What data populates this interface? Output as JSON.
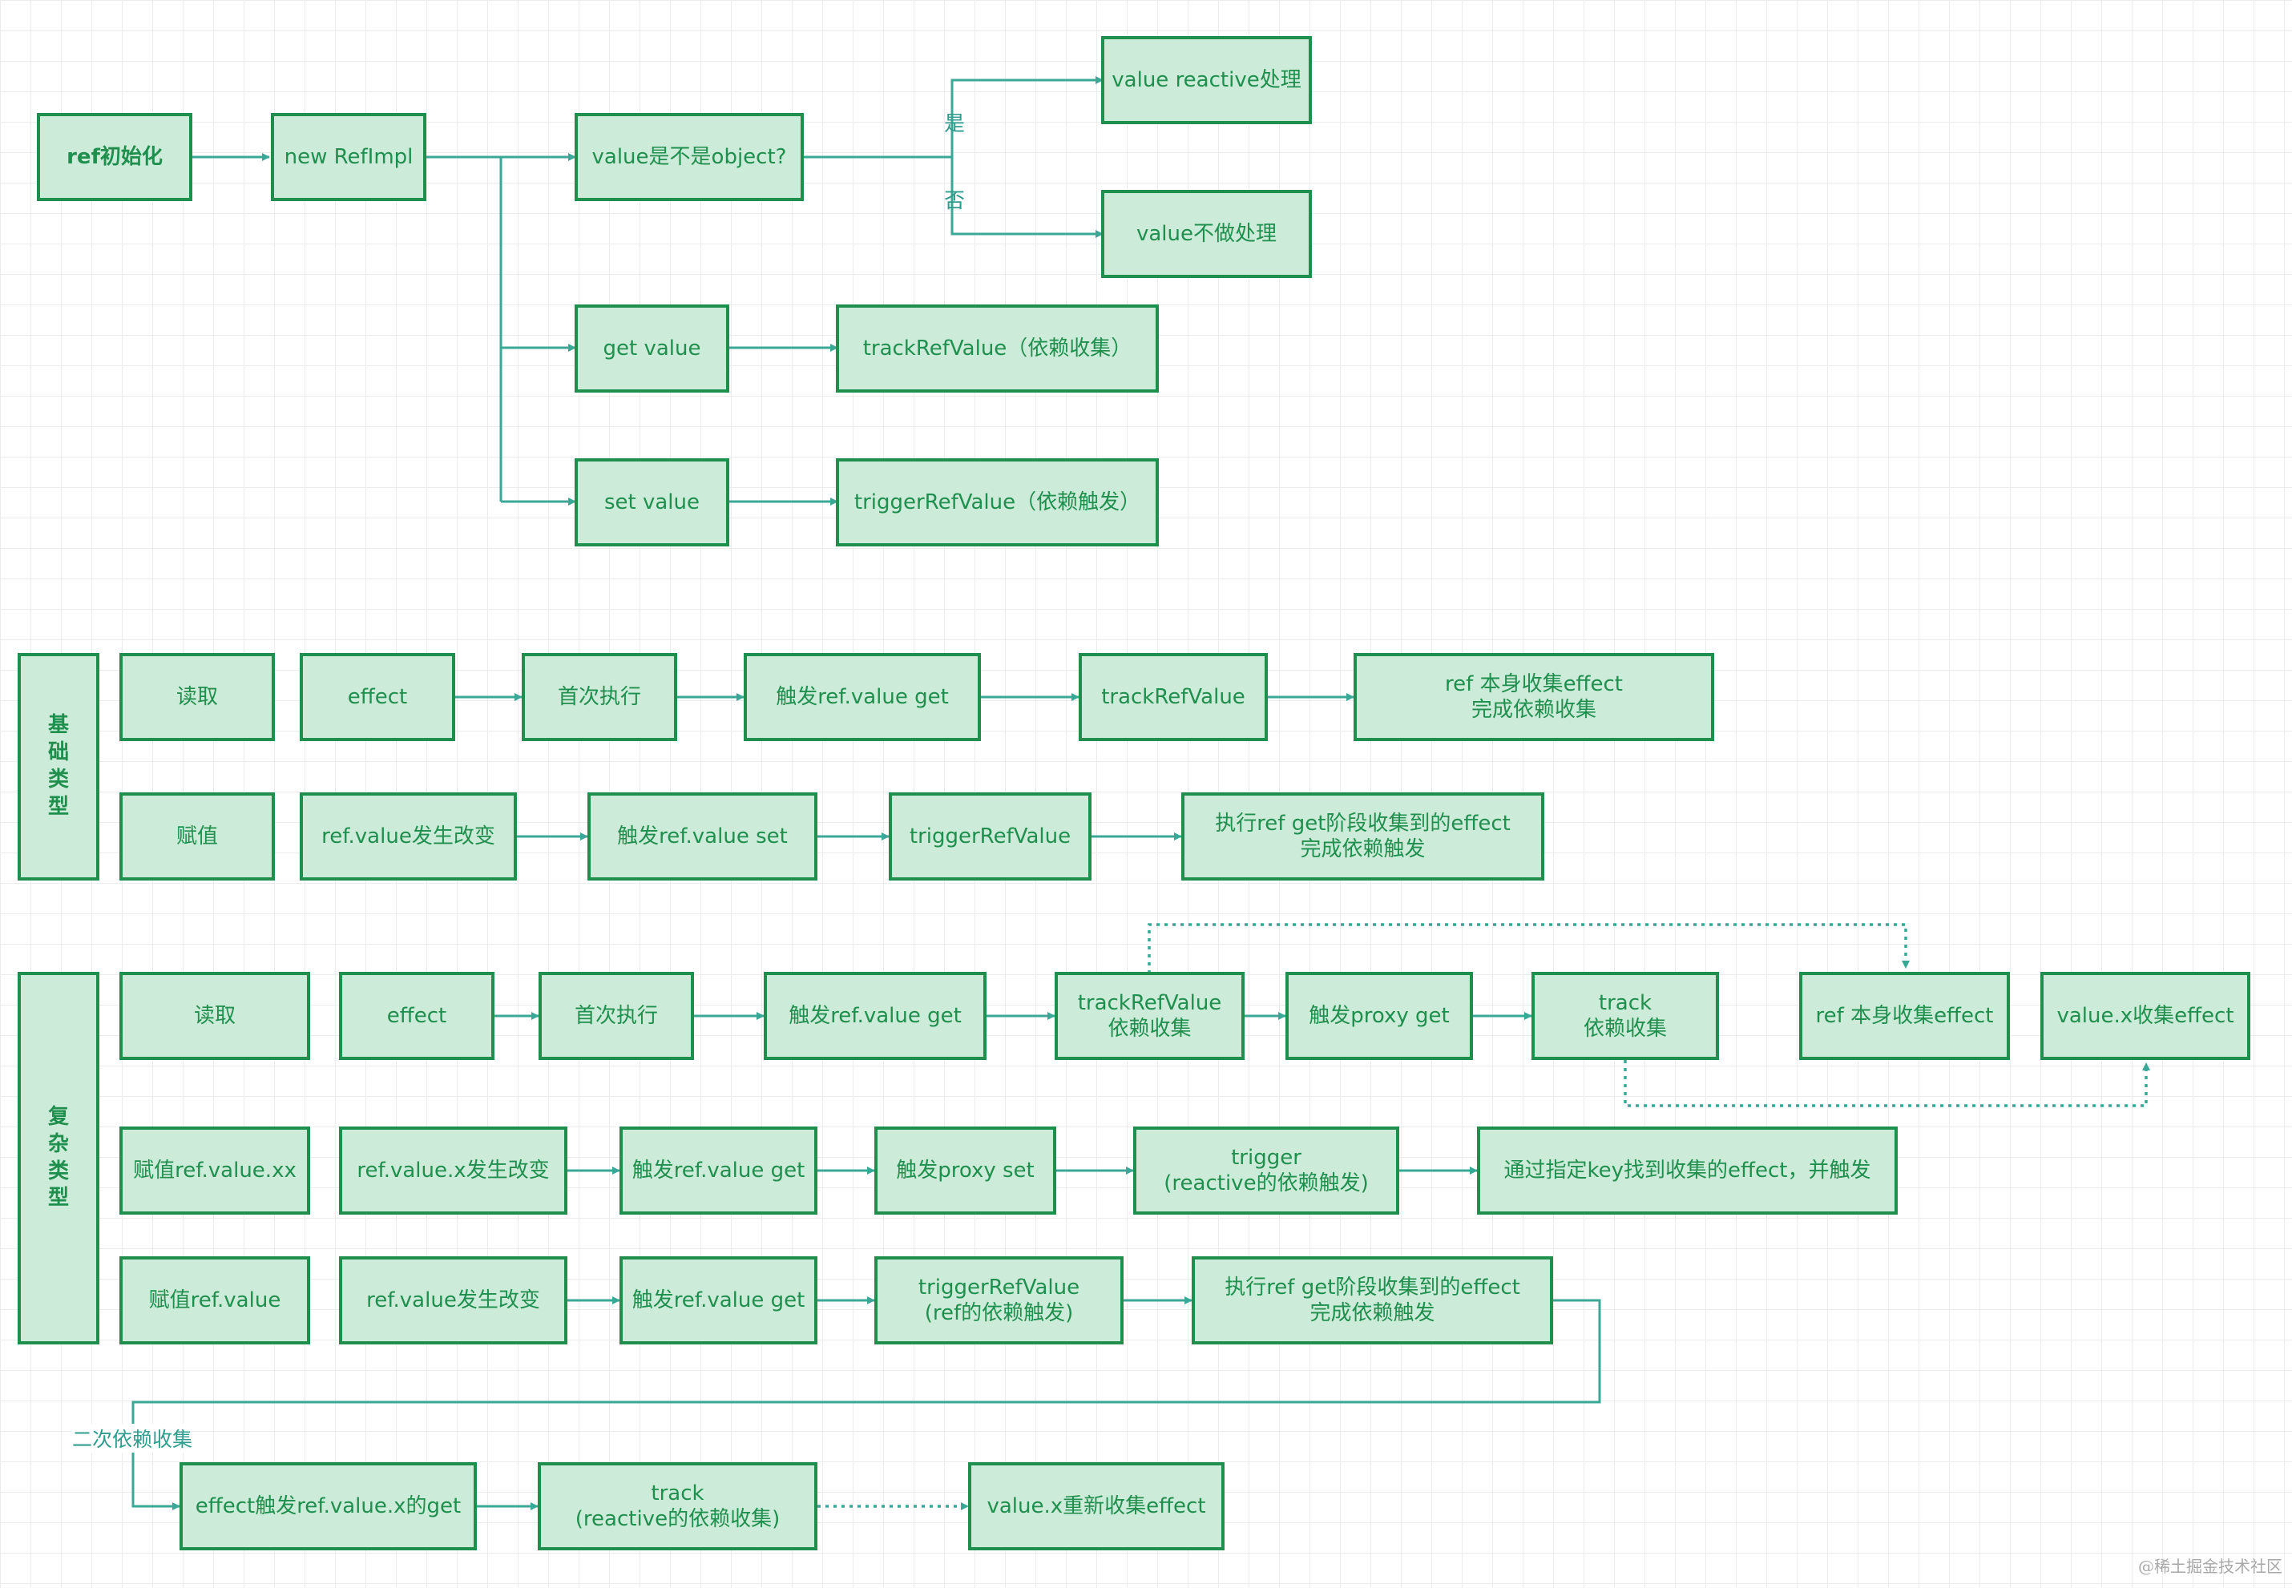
{
  "init": {
    "ref_init": "ref初始化",
    "new_refimpl": "new RefImpl",
    "is_object": "value是不是object?",
    "yes": "是",
    "no": "否",
    "reactive": "value reactive处理",
    "no_process": "value不做处理",
    "get_value": "get value",
    "track_ref_value": "trackRefValue（依赖收集）",
    "set_value": "set value",
    "trigger_ref_value": "triggerRefValue（依赖触发）"
  },
  "basic": {
    "group": "基础类型",
    "read": "读取",
    "effect": "effect",
    "first_run": "首次执行",
    "trigger_get": "触发ref.value get",
    "track_ref_value": "trackRefValue",
    "collect": "ref 本身收集effect\n完成依赖收集",
    "assign": "赋值",
    "changed": "ref.value发生改变",
    "trigger_set": "触发ref.value set",
    "trigger_ref_value": "triggerRefValue",
    "exec": "执行ref get阶段收集到的effect\n完成依赖触发"
  },
  "complex": {
    "group": "复杂类型",
    "read": "读取",
    "effect": "effect",
    "first_run": "首次执行",
    "trigger_get": "触发ref.value get",
    "track_ref_value": "trackRefValue\n依赖收集",
    "proxy_get": "触发proxy get",
    "track": "track\n依赖收集",
    "ref_collect": "ref 本身收集effect",
    "x_collect": "value.x收集effect",
    "assign_xx": "赋值ref.value.xx",
    "x_changed": "ref.value.x发生改变",
    "trigger_get2": "触发ref.value get",
    "proxy_set": "触发proxy set",
    "trigger": "trigger\n(reactive的依赖触发)",
    "by_key": "通过指定key找到收集的effect，并触发",
    "assign_value": "赋值ref.value",
    "value_changed": "ref.value发生改变",
    "trigger_get3": "触发ref.value get",
    "trigger_ref_value": "triggerRefValue\n(ref的依赖触发)",
    "exec": "执行ref get阶段收集到的effect\n完成依赖触发",
    "second_collect": "二次依赖收集",
    "effect_x_get": "effect触发ref.value.x的get",
    "track2": "track\n(reactive的依赖收集)",
    "recollect": "value.x重新收集effect"
  },
  "watermark": "@稀土掘金技术社区",
  "colors": {
    "node_fill": "#cdebd9",
    "node_border": "#1f8f4e",
    "text": "#1f8f4e",
    "connector": "#3aa896",
    "grid": "#ececec"
  }
}
